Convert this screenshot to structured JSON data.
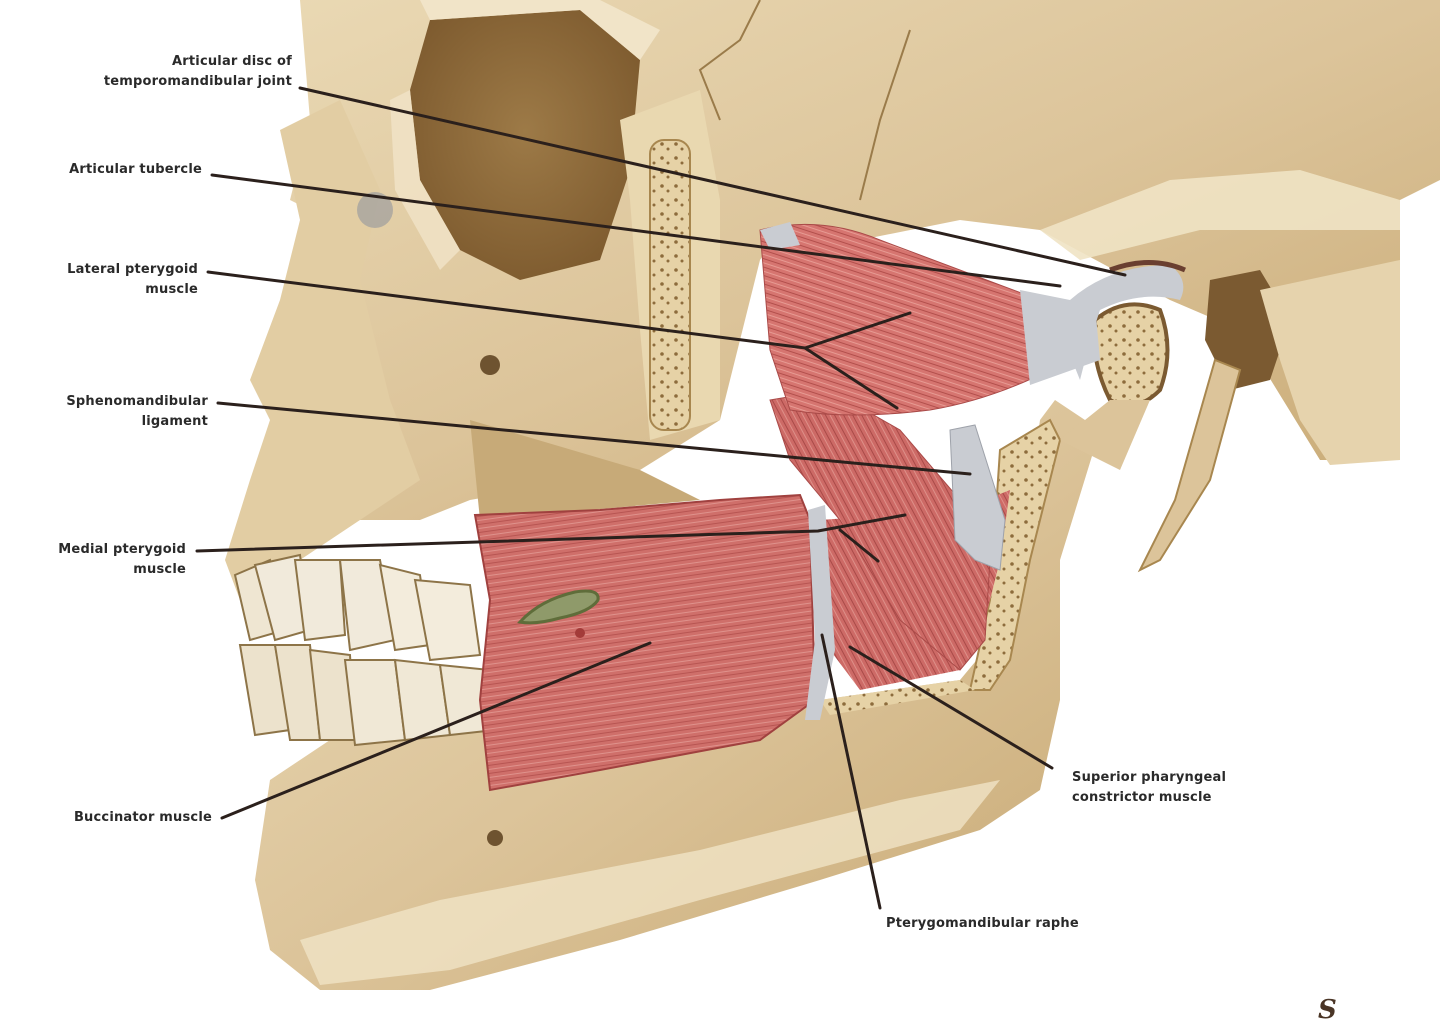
{
  "figure": {
    "subject": "Lateral view of skull showing muscles of mastication and pharyngeal wall",
    "colors": {
      "bone": "#dcc49a",
      "bone_shadow": "#a8874f",
      "bone_highlight": "#f3e9d3",
      "muscle": "#cf6f6a",
      "muscle_dark": "#a94a48",
      "tendon": "#c9ccd2",
      "leader_line": "#2b201c",
      "cavity": "#8f6a3b"
    }
  },
  "labels": [
    {
      "id": "articular-disc",
      "lines": [
        "Articular disc of",
        "temporomandibular joint"
      ]
    },
    {
      "id": "articular-tubercle",
      "lines": [
        "Articular tubercle"
      ]
    },
    {
      "id": "lateral-pterygoid",
      "lines": [
        "Lateral pterygoid",
        "muscle"
      ]
    },
    {
      "id": "sphenomandibular-ligament",
      "lines": [
        "Sphenomandibular",
        "ligament"
      ]
    },
    {
      "id": "medial-pterygoid",
      "lines": [
        "Medial pterygoid",
        "muscle"
      ]
    },
    {
      "id": "buccinator",
      "lines": [
        "Buccinator muscle"
      ]
    },
    {
      "id": "superior-pharyngeal-constrictor",
      "lines": [
        "Superior pharyngeal",
        "constrictor muscle"
      ]
    },
    {
      "id": "pterygomandibular-raphe",
      "lines": [
        "Pterygomandibular raphe"
      ]
    }
  ],
  "signature": "S"
}
